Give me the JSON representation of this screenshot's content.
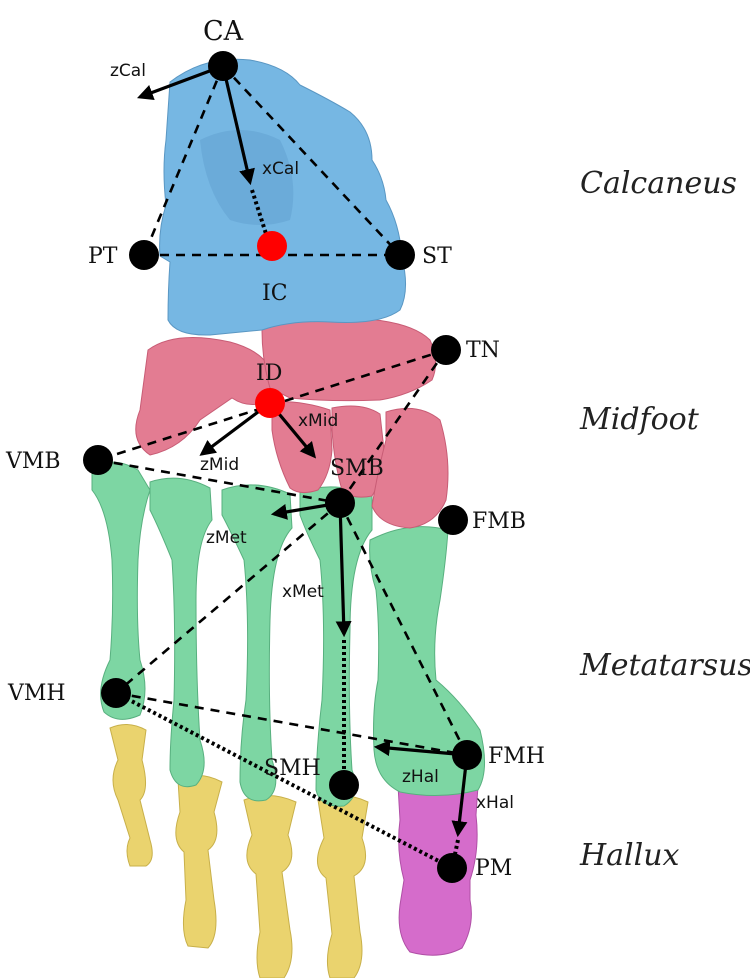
{
  "landmarks": {
    "CA": "CA",
    "PT": "PT",
    "ST": "ST",
    "IC": "IC",
    "TN": "TN",
    "ID": "ID",
    "VMB": "VMB",
    "SMB": "SMB",
    "FMB": "FMB",
    "VMH": "VMH",
    "SMH": "SMH",
    "FMH": "FMH",
    "PM": "PM"
  },
  "axes": {
    "zCal": "zCal",
    "xCal": "xCal",
    "xMid": "xMid",
    "zMid": "zMid",
    "zMet": "zMet",
    "xMet": "xMet",
    "zHal": "zHal",
    "xHal": "xHal"
  },
  "segments": {
    "calcaneus": "Calcaneus",
    "midfoot": "Midfoot",
    "metatarsus": "Metatarsus",
    "hallux": "Hallux"
  },
  "colors": {
    "calcaneus": "#76b7e3",
    "midfoot": "#e37c92",
    "metatarsus": "#7dd6a3",
    "phalanges": "#ead36e",
    "hallux": "#d56ccb",
    "landmark": "#000000",
    "center": "#ff0000"
  }
}
